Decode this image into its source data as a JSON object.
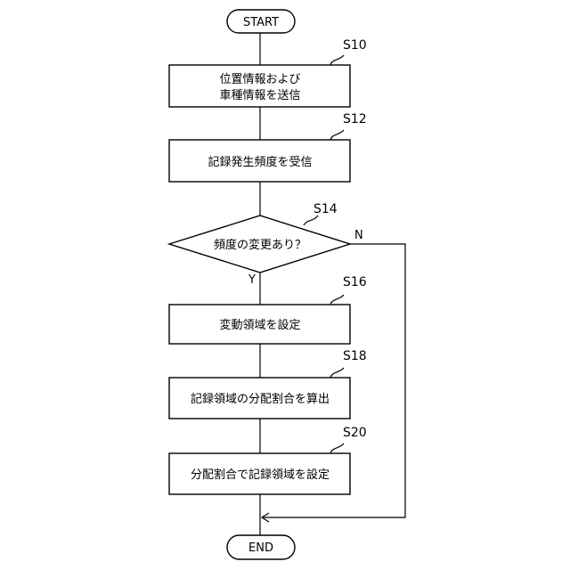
{
  "start": "START",
  "end": "END",
  "steps": [
    {
      "id": "S10",
      "lines": [
        "位置情報および",
        "車種情報を送信"
      ]
    },
    {
      "id": "S12",
      "lines": [
        "記録発生頻度を受信"
      ]
    },
    {
      "id": "S14",
      "lines": [
        "頻度の変更あり？"
      ]
    },
    {
      "id": "S16",
      "lines": [
        "変動領域を設定"
      ]
    },
    {
      "id": "S18",
      "lines": [
        "記録領域の分配割合を算出"
      ]
    },
    {
      "id": "S20",
      "lines": [
        "分配割合で記録領域を設定"
      ]
    }
  ],
  "branches": {
    "yes": "Y",
    "no": "N"
  }
}
